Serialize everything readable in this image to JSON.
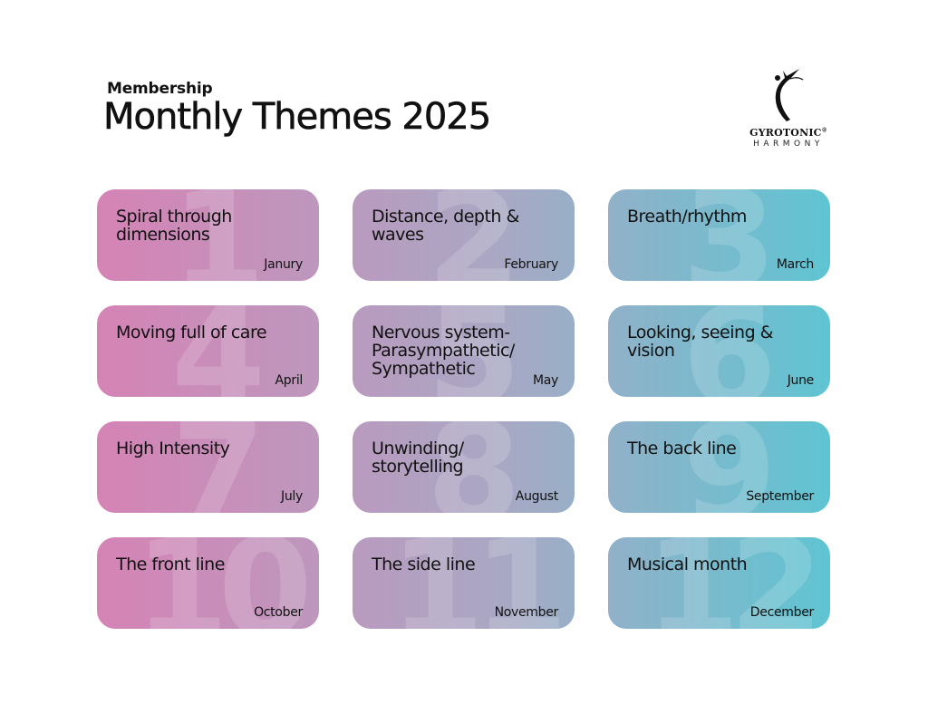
{
  "header": {
    "subtitle": "Membership",
    "title": "Monthly Themes 2025"
  },
  "logo": {
    "icon": "dancer-figure-icon",
    "brand": "GYROTONIC",
    "registered": "®",
    "sub": "HARMONY"
  },
  "colors": {
    "gradient_start": "#d583b5",
    "gradient_mid": "#a9a8c4",
    "gradient_end": "#5fc4d2",
    "text": "#111111"
  },
  "cards": [
    {
      "number": "1",
      "theme": "Spiral through dimensions",
      "month": "Janury"
    },
    {
      "number": "2",
      "theme": "Distance, depth & waves",
      "month": "February"
    },
    {
      "number": "3",
      "theme": "Breath/rhythm",
      "month": "March"
    },
    {
      "number": "4",
      "theme": "Moving full of care",
      "month": "April"
    },
    {
      "number": "5",
      "theme": "Nervous system-Parasympathetic/ Sympathetic",
      "month": "May"
    },
    {
      "number": "6",
      "theme": "Looking, seeing & vision",
      "month": "June"
    },
    {
      "number": "7",
      "theme": "High Intensity",
      "month": "July"
    },
    {
      "number": "8",
      "theme": "Unwinding/ storytelling",
      "month": "August"
    },
    {
      "number": "9",
      "theme": "The back line",
      "month": "September"
    },
    {
      "number": "10",
      "theme": "The front line",
      "month": "October"
    },
    {
      "number": "11",
      "theme": "The side line",
      "month": "November"
    },
    {
      "number": "12",
      "theme": "Musical month",
      "month": "December"
    }
  ]
}
